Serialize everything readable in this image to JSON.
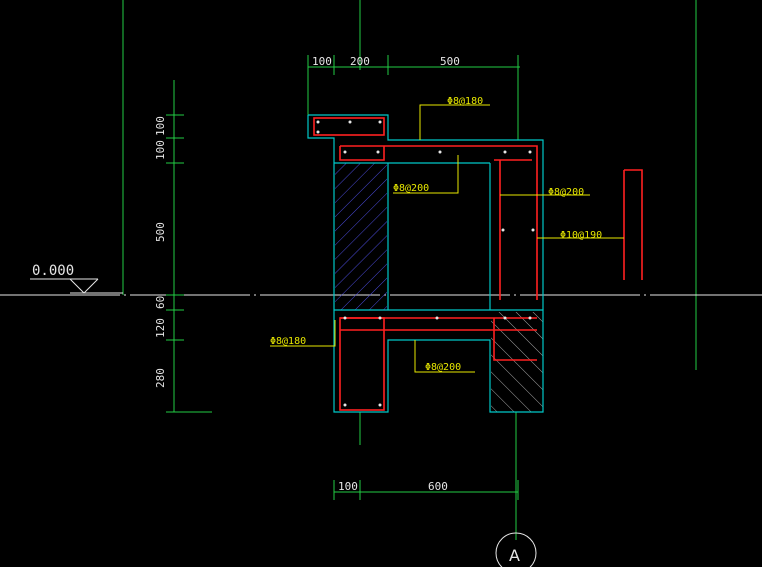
{
  "drawing": {
    "top_dimensions": [
      "100",
      "200",
      "500"
    ],
    "bottom_dimensions": [
      "100",
      "600"
    ],
    "left_dimensions": [
      "100",
      "100",
      "500",
      "60",
      "120",
      "280"
    ],
    "level": "0.000",
    "axis_label": "A",
    "rebar_notes": {
      "top_right": "Φ8@180",
      "mid_left": "Φ8@200",
      "right_upper": "Φ8@200",
      "right_main": "Φ10@190",
      "lower_left": "Φ8@180",
      "lower_mid": "Φ8@200"
    },
    "colors": {
      "background": "#000000",
      "concrete_outline": "#00c8c8",
      "rebar": "#ff2020",
      "dimension_lines": "#22cc44",
      "notes": "#e8e800",
      "text": "#e6e6e6"
    }
  }
}
